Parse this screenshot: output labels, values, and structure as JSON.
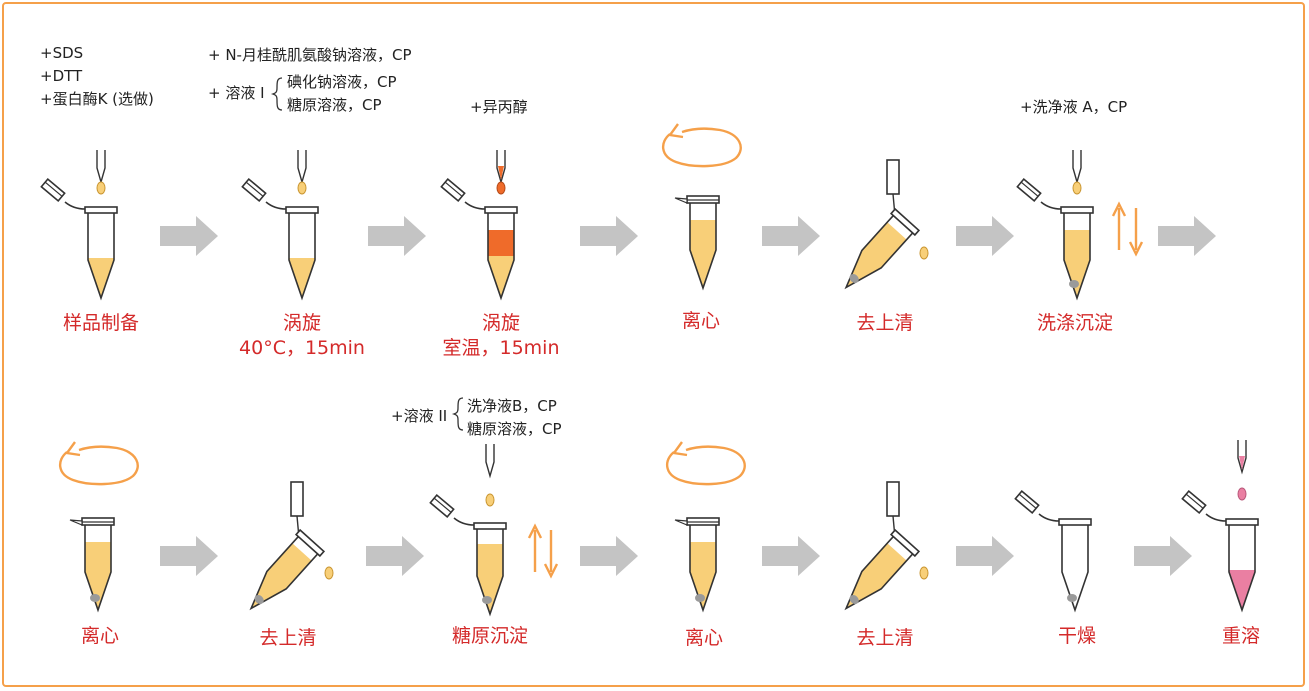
{
  "colors": {
    "frame": "#f5a04a",
    "label": "#d42a2a",
    "arrow": "#c4c4c4",
    "liquid_yellow": "#f8cf78",
    "liquid_orange": "#ef6b2a",
    "liquid_pink": "#ea7fa2",
    "spin_arrow": "#f5a04a"
  },
  "row1": {
    "step1": {
      "label": "样品制备",
      "notes": [
        "+SDS",
        "+DTT",
        "+蛋白酶K (选做)"
      ]
    },
    "step2": {
      "label": "涡旋",
      "sublabel": "40°C，15min",
      "note_top": "+ N-月桂酰肌氨酸钠溶液，CP",
      "note_prefix": "+ 溶液 I",
      "note_items": [
        "碘化钠溶液，CP",
        "糖原溶液，CP"
      ]
    },
    "step3": {
      "label": "涡旋",
      "sublabel": "室温，15min",
      "note": "+异丙醇"
    },
    "step4": {
      "label": "离心"
    },
    "step5": {
      "label": "去上清"
    },
    "step6": {
      "label": "洗涤沉淀",
      "note": "+洗净液 A，CP"
    }
  },
  "row2": {
    "step1": {
      "label": "离心"
    },
    "step2": {
      "label": "去上清"
    },
    "step3": {
      "label": "糖原沉淀",
      "note_prefix": "+溶液 II",
      "note_items": [
        "洗净液B，CP",
        "糖原溶液，CP"
      ]
    },
    "step4": {
      "label": "离心"
    },
    "step5": {
      "label": "去上清"
    },
    "step6": {
      "label": "干燥"
    },
    "step7": {
      "label": "重溶"
    }
  }
}
